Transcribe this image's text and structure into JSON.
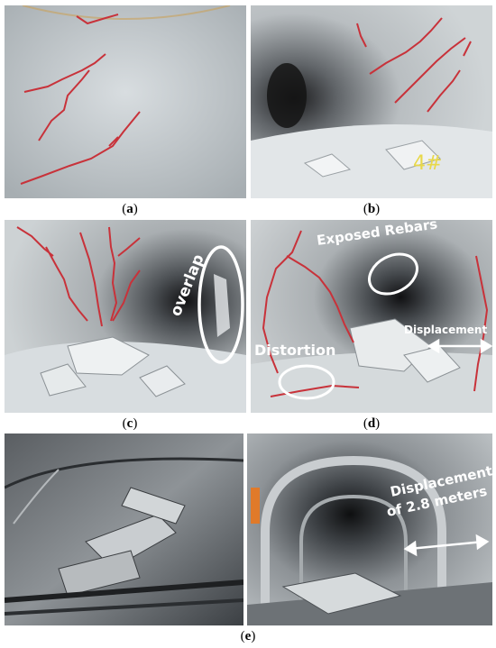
{
  "figure": {
    "panels": [
      {
        "id": "a",
        "caption_open": "(",
        "caption_letter": "a",
        "caption_close": ")"
      },
      {
        "id": "b",
        "caption_open": "(",
        "caption_letter": "b",
        "caption_close": ")",
        "marker": "4#"
      },
      {
        "id": "c",
        "caption_open": "(",
        "caption_letter": "c",
        "caption_close": ")",
        "annotation": "overlap"
      },
      {
        "id": "d",
        "caption_open": "(",
        "caption_letter": "d",
        "caption_close": ")",
        "annotations": [
          "Exposed Rebars",
          "Distortion",
          "Displacement"
        ]
      },
      {
        "id": "e",
        "caption_open": "(",
        "caption_letter": "e",
        "caption_close": ")",
        "annotation_line1": "Displacement",
        "annotation_line2": "of 2.8 meters"
      }
    ],
    "colors": {
      "crack": "#c8323a",
      "ellipse": "#ffffff",
      "marker": "#e8d84a"
    }
  }
}
